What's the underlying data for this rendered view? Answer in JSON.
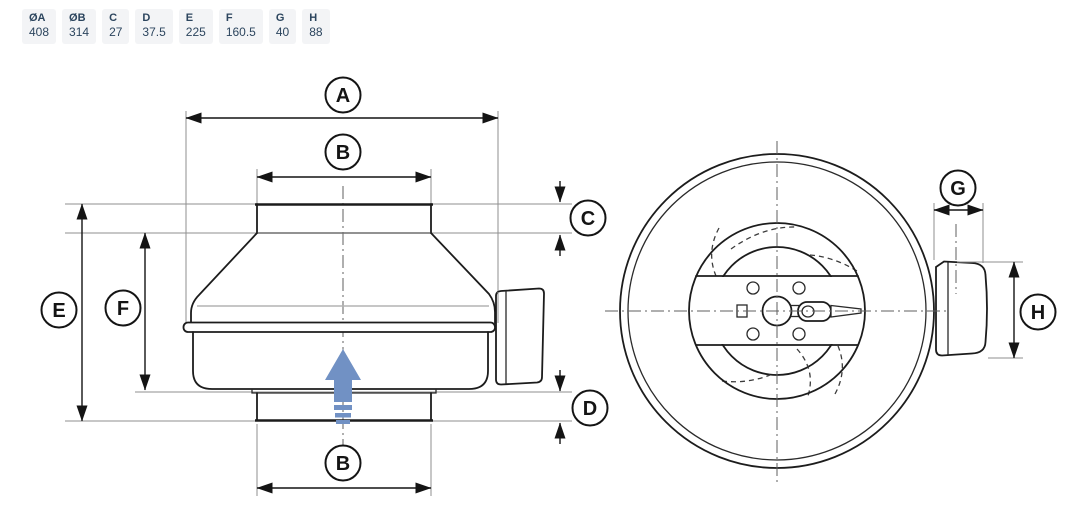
{
  "dimensions_table": {
    "items": [
      {
        "label": "ØA",
        "value": "408"
      },
      {
        "label": "ØB",
        "value": "314"
      },
      {
        "label": "C",
        "value": "27"
      },
      {
        "label": "D",
        "value": "37.5"
      },
      {
        "label": "E",
        "value": "225"
      },
      {
        "label": "F",
        "value": "160.5"
      },
      {
        "label": "G",
        "value": "40"
      },
      {
        "label": "H",
        "value": "88"
      }
    ]
  },
  "drawing": {
    "labels": {
      "a": "A",
      "b": "B",
      "c": "C",
      "d": "D",
      "e": "E",
      "f": "F",
      "g": "G",
      "h": "H",
      "b2": "B"
    },
    "colors": {
      "airflow_arrow": "#7191c4",
      "line": "#1c1c1c",
      "extension_line": "#8f8f8f"
    }
  }
}
